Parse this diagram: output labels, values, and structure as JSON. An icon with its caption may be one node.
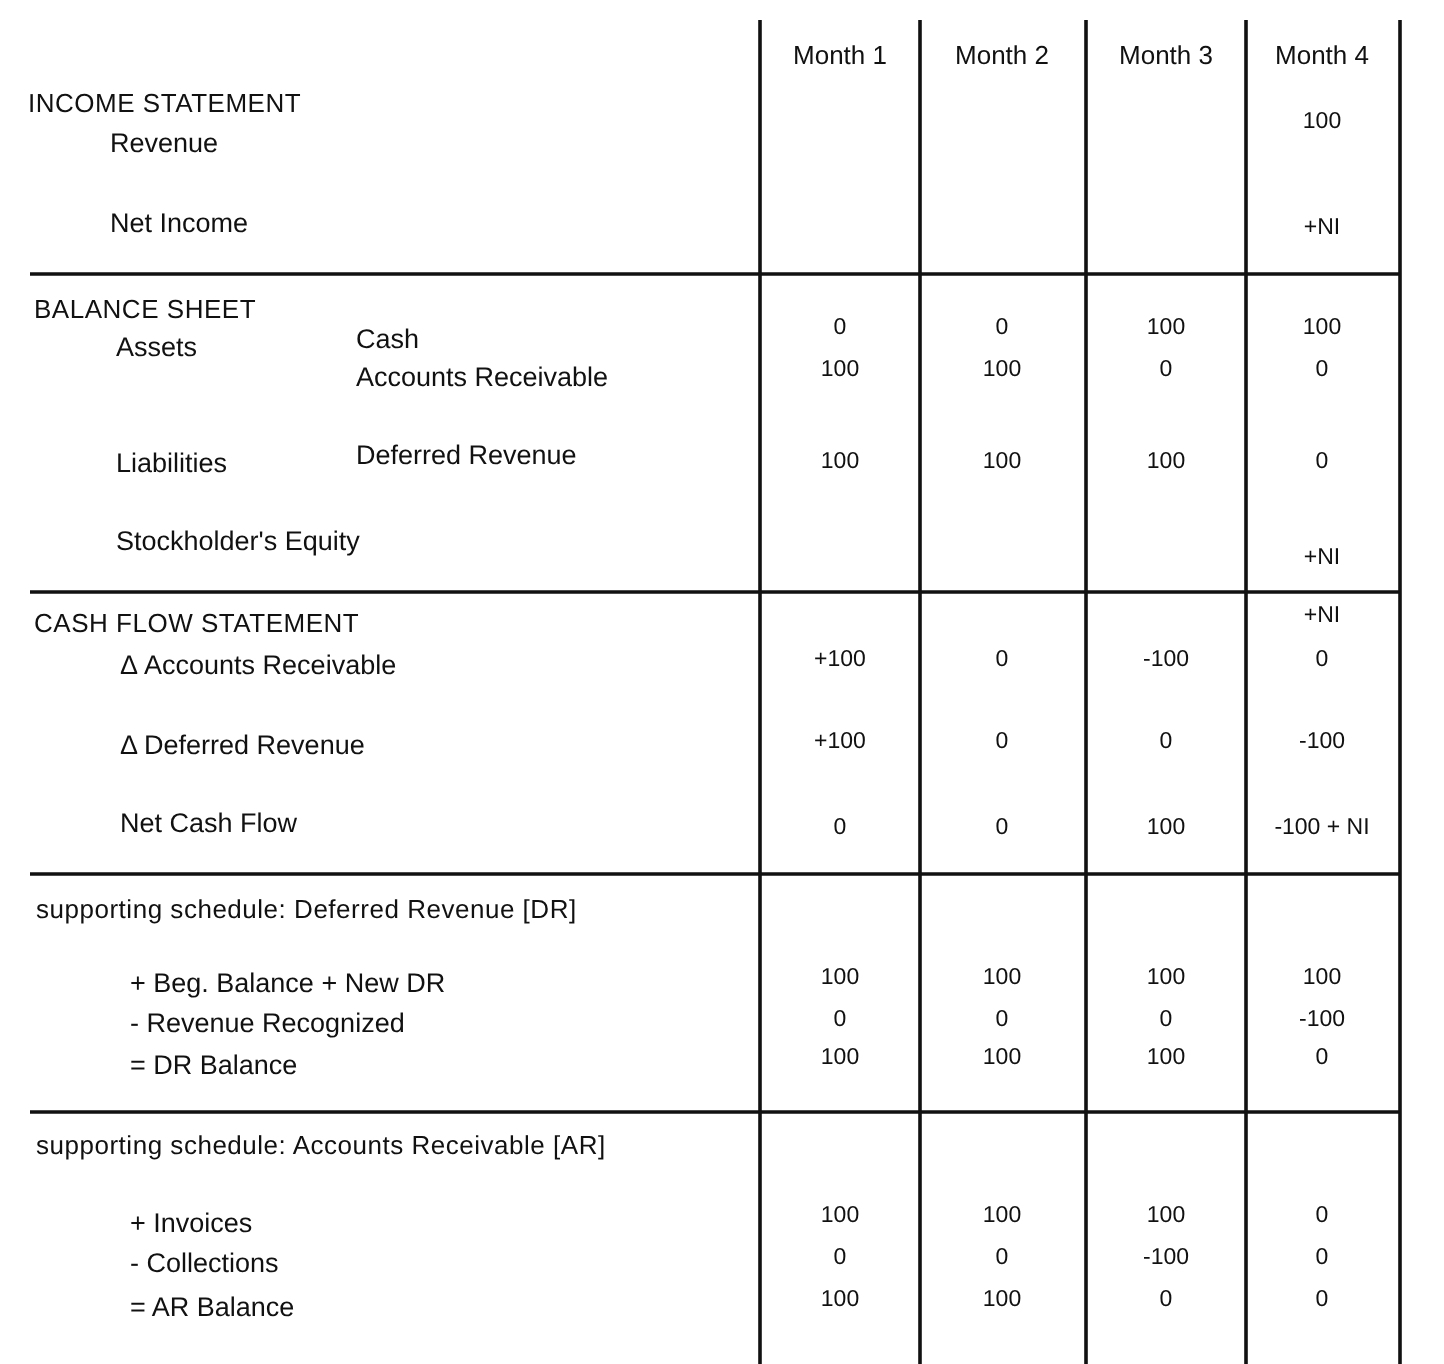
{
  "diagram": {
    "labels": [
      "Month 1",
      "Month 2",
      "Month 3",
      "Month 4",
      "INCOME STATEMENT",
      "100",
      "Revenue",
      "Net Income",
      "+NI",
      "BALANCE SHEET",
      "Cash",
      "0",
      "0",
      "100",
      "100",
      "Assets",
      "Accounts Receivable",
      "100",
      "100",
      "0",
      "0",
      "Liabilities",
      "Deferred Revenue",
      "100",
      "100",
      "100",
      "0",
      "Stockholder's Equity",
      "+NI",
      "CASH FLOW STATEMENT",
      "+NI",
      "Δ Accounts Receivable",
      "+100",
      "0",
      "-100",
      "0",
      "Δ Deferred Revenue",
      "+100",
      "0",
      "0",
      "-100",
      "Net Cash Flow",
      "0",
      "0",
      "100",
      "-100 + NI",
      "supporting schedule: Deferred Revenue [DR]",
      "+ Beg. Balance + New DR",
      "100",
      "100",
      "100",
      "100",
      "- Revenue Recognized",
      "0",
      "0",
      "0",
      "-100",
      "= DR Balance",
      "100",
      "100",
      "100",
      "0",
      "supporting schedule: Accounts Receivable [AR]",
      "+ Invoices",
      "100",
      "100",
      "100",
      "0",
      "- Collections",
      "0",
      "0",
      "-100",
      "0",
      "= AR Balance",
      "100",
      "100",
      "0",
      "0"
    ]
  }
}
